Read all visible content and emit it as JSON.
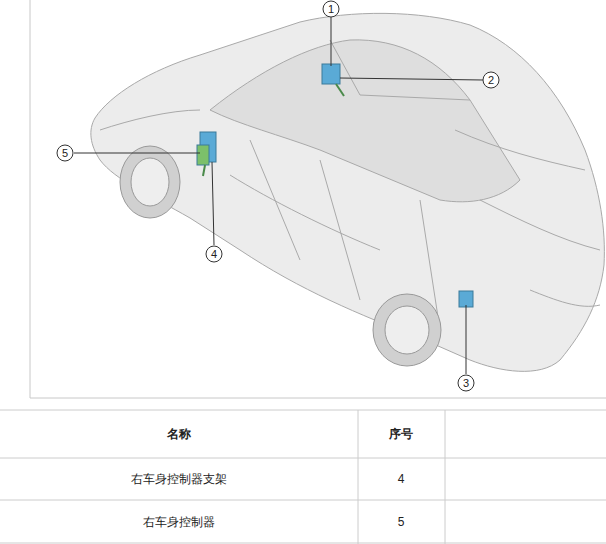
{
  "diagram": {
    "labels": [
      "1",
      "2",
      "3",
      "4",
      "5",
      "名称",
      "序号",
      "右车身控制器支架",
      "4",
      "右车身控制器",
      "5"
    ]
  }
}
